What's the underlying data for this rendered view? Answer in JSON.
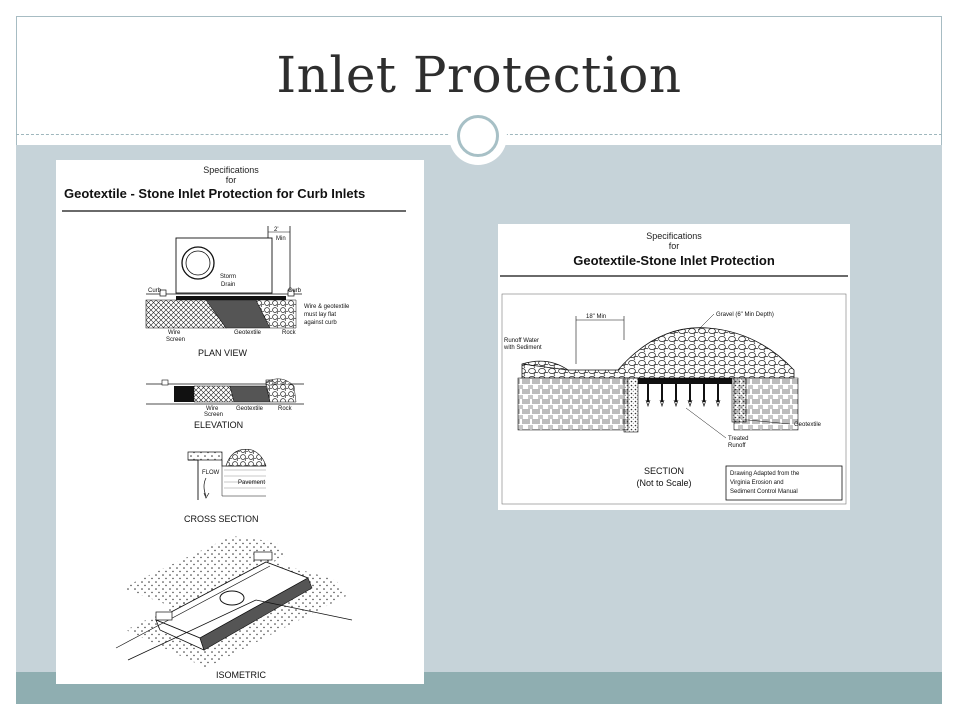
{
  "slide": {
    "title": "Inlet Protection"
  },
  "left_figure": {
    "spec_line1": "Specifications",
    "spec_line2": "for",
    "heading": "Geotextile - Stone Inlet Protection for Curb Inlets",
    "dim_2ft": "2'",
    "dim_min": "Min",
    "label_storm_drain_1": "Storm",
    "label_storm_drain_2": "Drain",
    "label_curb_left": "Curb",
    "label_curb_right": "Curb",
    "note_1": "Wire & geotextile",
    "note_2": "must lay flat",
    "note_3": "against curb",
    "label_wire_screen_1": "Wire",
    "label_wire_screen_2": "Screen",
    "label_geotextile": "Geotextile",
    "label_rock": "Rock",
    "view_plan": "PLAN VIEW",
    "elev_wire_1": "Wire",
    "elev_wire_2": "Screen",
    "elev_geotextile": "Geotextile",
    "elev_rock": "Rock",
    "view_elevation": "ELEVATION",
    "label_flow": "FLOW",
    "label_pavement": "Pavement",
    "view_cross_section": "CROSS SECTION",
    "view_isometric": "ISOMETRIC"
  },
  "right_figure": {
    "spec_line1": "Specifications",
    "spec_line2": "for",
    "heading": "Geotextile-Stone Inlet Protection",
    "dim_18": "18\" Min",
    "label_gravel": "Gravel (6\" Min Depth)",
    "label_runoff_1": "Runoff Water",
    "label_runoff_2": "with Sediment",
    "label_treated_1": "Treated",
    "label_treated_2": "Runoff",
    "label_geotextile": "Geotextile",
    "section_1": "SECTION",
    "section_2": "(Not to Scale)",
    "credit_1": "Drawing Adapted from the",
    "credit_2": "Virginia Erosion and",
    "credit_3": "Sediment Control Manual"
  }
}
